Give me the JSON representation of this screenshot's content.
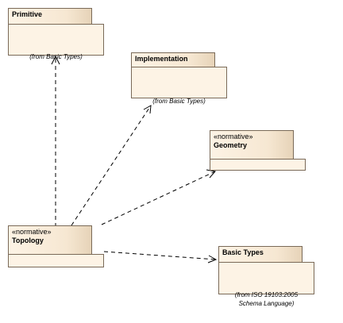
{
  "packages": {
    "primitive": {
      "name": "Primitive",
      "note": "(from Basic Types)"
    },
    "implementation": {
      "name": "Implementation",
      "note": "(from Basic Types)"
    },
    "geometry": {
      "stereotype": "«normative»",
      "name": "Geometry"
    },
    "topology": {
      "stereotype": "«normative»",
      "name": "Topology"
    },
    "basic_types": {
      "name": "Basic Types",
      "note_line1": "(from ISO 19103:2005",
      "note_line2": "Schema Language)"
    }
  },
  "colors": {
    "fill": "#fdf3e5",
    "border": "#7a6a58",
    "line": "#000000"
  }
}
